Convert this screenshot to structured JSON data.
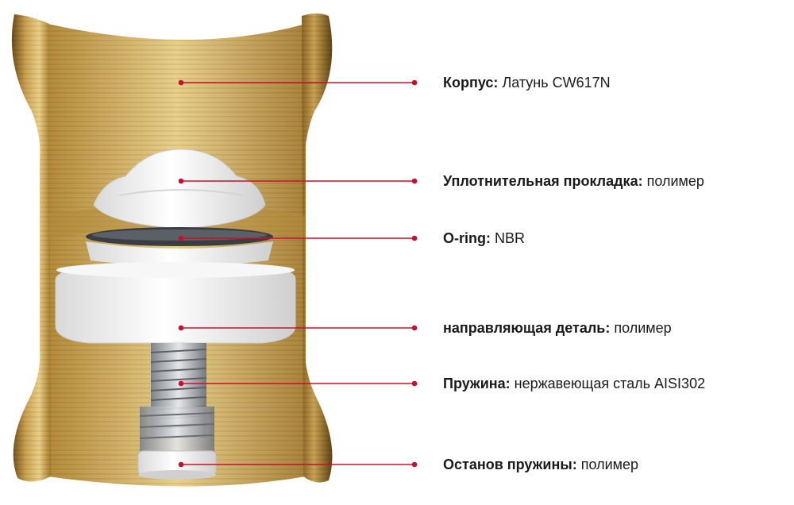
{
  "callouts": [
    {
      "name": "Корпус:",
      "material": "Латунь CW617N"
    },
    {
      "name": "Уплотнительная прокладка:",
      "material": "полимер"
    },
    {
      "name": "O-ring:",
      "material": "NBR"
    },
    {
      "name": "направляющая деталь:",
      "material": "полимер"
    },
    {
      "name": "Пружина:",
      "material": "нержавеющая сталь AISI302"
    },
    {
      "name": "Останов пружины:",
      "material": "полимер"
    }
  ],
  "colors": {
    "leader_line": "#c8102e",
    "brass_light": "#e6c77a",
    "brass_dark": "#7a5a1e",
    "polymer": "#f4f4f4",
    "steel": "#b9bcc0"
  }
}
